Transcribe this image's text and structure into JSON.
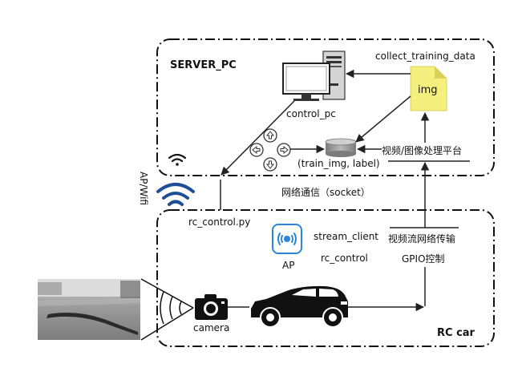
{
  "server": {
    "title": "SERVER_PC"
  },
  "car": {
    "title": "RC car"
  },
  "nodes": {
    "control_pc": "control_pc",
    "collect_training_data": "collect_training_data",
    "img": "img",
    "train_db": "(train_img, label)",
    "video_platform": "视频/图像处理平台",
    "network": "网络通信（socket）",
    "ap_wifi": "AP/Wifi",
    "rc_control_py": "rc_control.py",
    "stream_client": "stream_client",
    "rc_control": "rc_control",
    "ap": "AP",
    "video_stream": "视频流网络传输",
    "gpio": "GPIO控制",
    "camera": "camera"
  },
  "icons": {
    "computer": "desktop-computer-icon",
    "document": "document-icon",
    "database": "database-icon",
    "direction_pad": "direction-pad-icon",
    "wifi": "wifi-icon",
    "ap_device": "wifi-router-icon",
    "camera": "camera-icon",
    "car": "car-icon"
  },
  "colors": {
    "frame": "#111111",
    "doc_fill": "#f5f07d",
    "doc_fold": "#d8d25a",
    "ap_blue": "#2a86d6",
    "wifi_blue": "#1f4e99",
    "db_gray": "#9a9a9a"
  }
}
